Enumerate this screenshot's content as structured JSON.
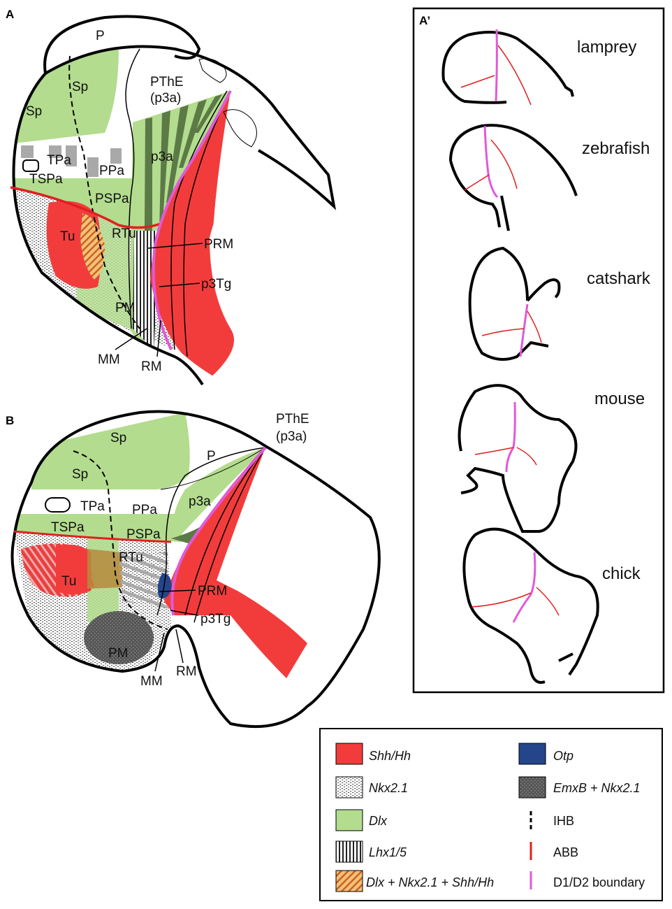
{
  "panels": {
    "a": "A",
    "b": "B",
    "a_prime": "A’"
  },
  "panel_a": {
    "labels": {
      "P": "P",
      "Sp1": "Sp",
      "Sp2": "Sp",
      "PThE1": "PThE",
      "PThE2": "(p3a)",
      "TPa": "TPa",
      "PPa": "PPa",
      "p3a": "p3a",
      "TSPa": "TSPa",
      "PSPa": "PSPa",
      "Tu": "Tu",
      "RTu": "RTu",
      "PRM": "PRM",
      "p3Tg": "p3Tg",
      "PM": "PM",
      "MM": "MM",
      "RM": "RM"
    }
  },
  "panel_b": {
    "labels": {
      "Sp1": "Sp",
      "Sp2": "Sp",
      "P": "P",
      "PThE1": "PThE",
      "PThE2": "(p3a)",
      "TPa": "TPa",
      "PPa": "PPa",
      "p3a": "p3a",
      "TSPa": "TSPa",
      "PSPa": "PSPa",
      "RTu": "RTu",
      "Tu": "Tu",
      "PRM": "PRM",
      "p3Tg": "p3Tg",
      "PM": "PM",
      "MM": "MM",
      "RM": "RM"
    }
  },
  "species": [
    "lamprey",
    "zebrafish",
    "catshark",
    "mouse",
    "chick"
  ],
  "legend": {
    "left": [
      {
        "text": "Shh/Hh",
        "italic": true
      },
      {
        "text": "Nkx2.1",
        "italic": true
      },
      {
        "text": "Dlx",
        "italic": true
      },
      {
        "text": "Lhx1/5",
        "italic": true
      },
      {
        "text": "Dlx + Nkx2.1 + Shh/Hh",
        "italic": true
      }
    ],
    "right": [
      {
        "text": "Otp",
        "italic": true
      },
      {
        "text": "EmxB + Nkx2.1",
        "italic": true
      },
      {
        "text": "IHB",
        "italic": false
      },
      {
        "text": "ABB",
        "italic": false
      },
      {
        "text": "D1/D2 boundary",
        "italic": false
      }
    ]
  },
  "colors": {
    "shh": "#f23c3c",
    "dlx": "#b3dc8e",
    "otp": "#24458a",
    "emxb": "#555555",
    "abb": "#e02020",
    "d1d2": "#e05ad7",
    "lhx_dark": "#5b7a46"
  }
}
